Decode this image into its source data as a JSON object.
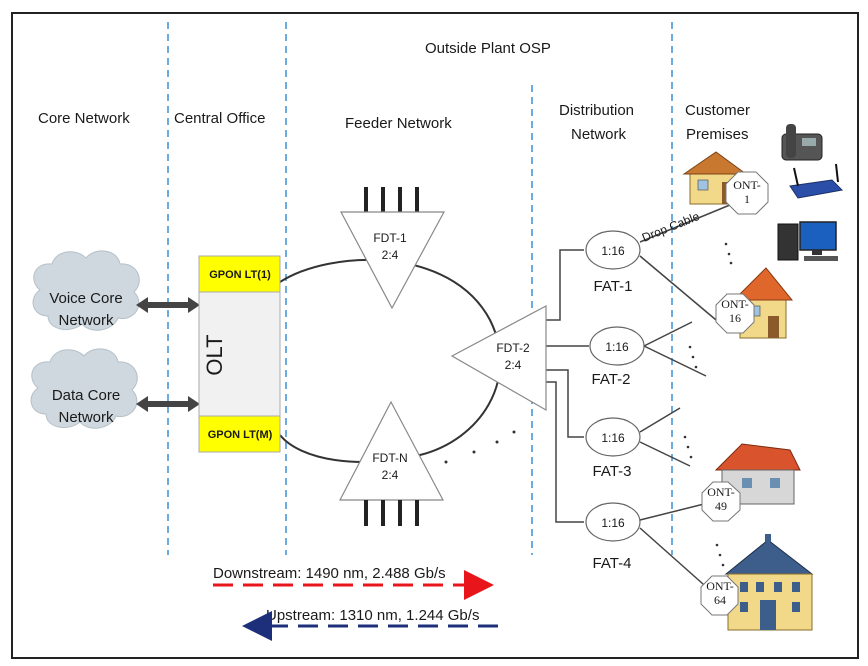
{
  "regions": {
    "outside_plant": "Outside Plant OSP",
    "core_network": "Core Network",
    "central_office": "Central Office",
    "feeder_network": "Feeder Network",
    "distribution_line1": "Distribution",
    "distribution_line2": "Network",
    "customer_line1": "Customer",
    "customer_line2": "Premises"
  },
  "clouds": {
    "voice_line1": "Voice Core",
    "voice_line2": "Network",
    "data_line1": "Data Core",
    "data_line2": "Network"
  },
  "olt": {
    "label": "OLT",
    "lt_top": "GPON LT(1)",
    "lt_bottom": "GPON LT(M)"
  },
  "fdt": {
    "fdt1_name": "FDT-1",
    "fdt1_ratio": "2:4",
    "fdt2_name": "FDT-2",
    "fdt2_ratio": "2:4",
    "fdtn_name": "FDT-N",
    "fdtn_ratio": "2:4"
  },
  "fat": {
    "ratio": "1:16",
    "fat1": "FAT-1",
    "fat2": "FAT-2",
    "fat3": "FAT-3",
    "fat4": "FAT-4"
  },
  "ont": {
    "ont1_line1": "ONT-",
    "ont1_line2": "1",
    "ont16_line1": "ONT-",
    "ont16_line2": "16",
    "ont49_line1": "ONT-",
    "ont49_line2": "49",
    "ont64_line1": "ONT-",
    "ont64_line2": "64"
  },
  "drop_cable": "Drop Cable",
  "streams": {
    "downstream": "Downstream: 1490 nm, 2.488 Gb/s",
    "upstream": "Upstream: 1310 nm, 1.244 Gb/s"
  },
  "colors": {
    "divider": "#3a8fd6",
    "olt_yellow": "#ffff00",
    "cloud": "#cfd8df",
    "downstream": "#e8151b",
    "upstream": "#1d2f7a",
    "roof_red": "#d9542c",
    "wall_yellow": "#f2d98a",
    "school_blue": "#3d5d8a"
  }
}
